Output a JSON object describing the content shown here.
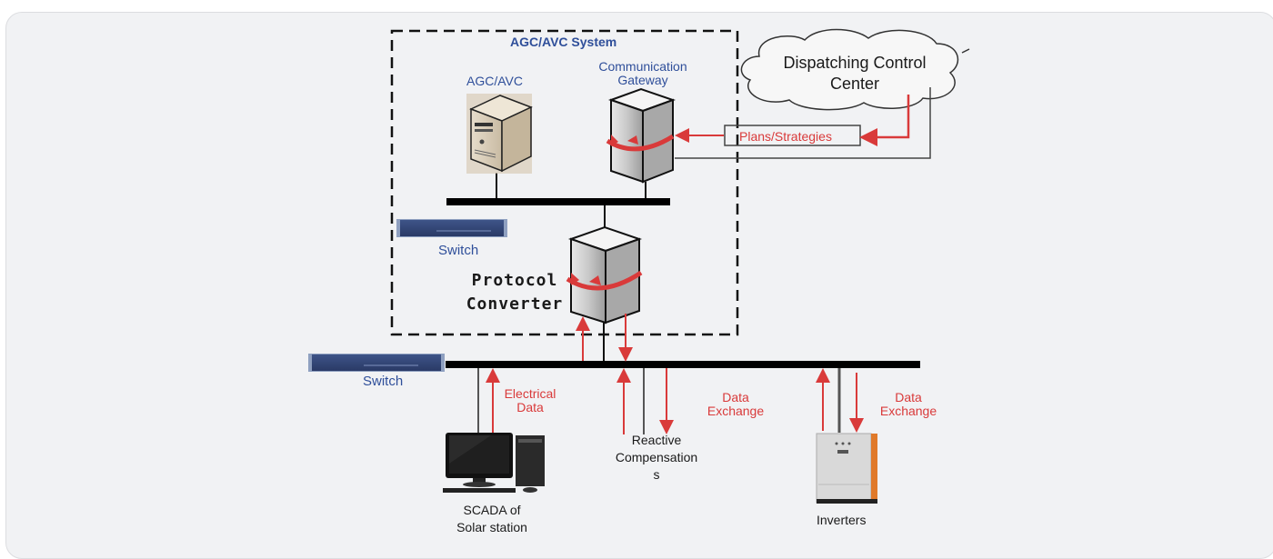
{
  "diagram": {
    "system_box": {
      "title": "AGC/AVC System"
    },
    "nodes": {
      "agc_avc": {
        "label": "AGC/AVC"
      },
      "comm_gateway": {
        "label_line1": "Communication",
        "label_line2": "Gateway"
      },
      "dispatch_center": {
        "label_line1": "Dispatching Control",
        "label_line2": "Center"
      },
      "plans_box": {
        "label": "Plans/Strategies"
      },
      "switch_upper": {
        "label": "Switch"
      },
      "protocol_converter": {
        "label_line1": "Protocol",
        "label_line2": "Converter"
      },
      "switch_lower": {
        "label": "Switch"
      },
      "scada": {
        "label_line1": "SCADA of",
        "label_line2": "Solar station"
      },
      "reactive_comp": {
        "label_line1": "Reactive",
        "label_line2": "Compensation",
        "label_line3": "s"
      },
      "inverters": {
        "label": "Inverters"
      }
    },
    "edge_labels": {
      "electrical_data": {
        "line1": "Electrical",
        "line2": "Data"
      },
      "data_exchange_1": {
        "line1": "Data",
        "line2": "Exchange"
      },
      "data_exchange_2": {
        "line1": "Data",
        "line2": "Exchange"
      }
    },
    "colors": {
      "label_blue": "#2f4f9a",
      "arrow_red": "#d93a3a",
      "bus_black": "#000000",
      "background": "#f1f2f4"
    }
  }
}
